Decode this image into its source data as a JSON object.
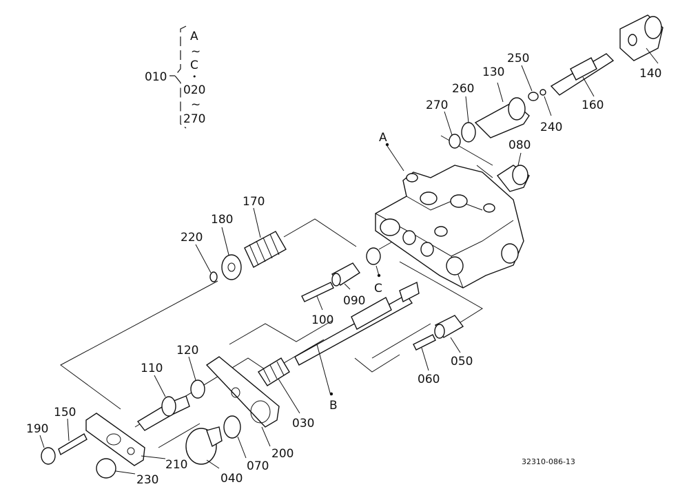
{
  "legend": {
    "main_code": "010",
    "range_a": "A",
    "range_tilde_1": "~",
    "range_c": "C",
    "range_dot": "•",
    "range_020": "020",
    "range_tilde_2": "~",
    "range_270": "270"
  },
  "callouts": {
    "p140": "140",
    "p250": "250",
    "p130": "130",
    "p260": "260",
    "p270": "270",
    "p160": "160",
    "p240": "240",
    "p080": "080",
    "pA": "A",
    "p170": "170",
    "p180": "180",
    "p220": "220",
    "p090": "090",
    "pC": "C",
    "p100": "100",
    "p050": "050",
    "p060": "060",
    "p120": "120",
    "p110": "110",
    "p030": "030",
    "pB": "B",
    "p150": "150",
    "p190": "190",
    "p210": "210",
    "p200": "200",
    "p070": "070",
    "p230": "230",
    "p040": "040"
  },
  "drawing_code": "32310-086-13"
}
